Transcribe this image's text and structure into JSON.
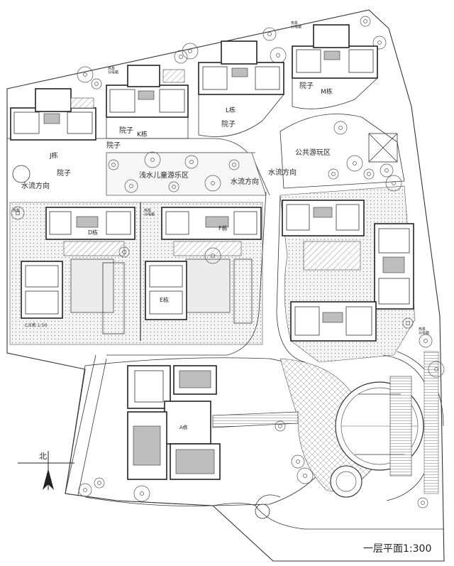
{
  "plan_title": "一层平面1:300",
  "units": [
    {
      "id": "j",
      "label": "J栋"
    },
    {
      "id": "k",
      "label": "K栋"
    },
    {
      "id": "l",
      "label": "L栋"
    },
    {
      "id": "m",
      "label": "M栋"
    },
    {
      "id": "d",
      "label": "D栋"
    },
    {
      "id": "ef",
      "label": "E栋"
    },
    {
      "id": "f",
      "label": "F栋"
    },
    {
      "id": "ce",
      "label": "C/E栋 1:50"
    },
    {
      "id": "a",
      "label": "A栋"
    }
  ],
  "zones": {
    "courtyard": "院子",
    "public_play": "公共游玩区",
    "kids_water_play": "浅水儿童游乐区",
    "water_flow": "水流方向"
  },
  "small_labels": {
    "panel_top_right": "热泵\n分电箱",
    "panel_k": "热泵\n分电箱",
    "panel_center": "热泵\n分电箱",
    "panel_left": "热泵",
    "panel_right_mid": "热泵\n分电箱"
  },
  "north": {
    "label": "北"
  }
}
